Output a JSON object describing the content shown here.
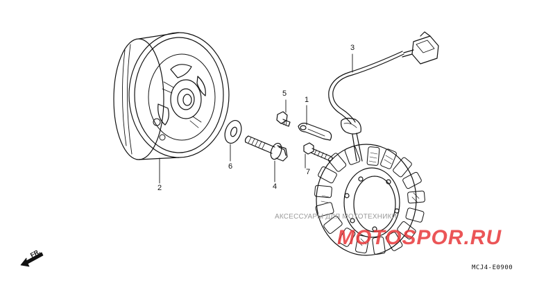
{
  "callouts": [
    {
      "id": "1",
      "label": "1"
    },
    {
      "id": "2",
      "label": "2"
    },
    {
      "id": "3",
      "label": "3"
    },
    {
      "id": "4",
      "label": "4"
    },
    {
      "id": "5",
      "label": "5"
    },
    {
      "id": "6",
      "label": "6"
    },
    {
      "id": "7",
      "label": "7"
    }
  ],
  "direction_label": "FR.",
  "diagram_code": "MCJ4-E0900",
  "watermark": {
    "text": "АКСЕССУАРЫ ДЛЯ МОТОТЕХНИКИ",
    "logo_text": "MOTOSPOR.RU",
    "color": "#e8383a"
  },
  "parts": [
    {
      "ref": "2",
      "name": "flywheel-rotor"
    },
    {
      "ref": "6",
      "name": "washer"
    },
    {
      "ref": "4",
      "name": "flange-bolt"
    },
    {
      "ref": "5",
      "name": "small-bolt"
    },
    {
      "ref": "1",
      "name": "clamp"
    },
    {
      "ref": "7",
      "name": "bolt"
    },
    {
      "ref": "3",
      "name": "stator-with-cable"
    }
  ]
}
